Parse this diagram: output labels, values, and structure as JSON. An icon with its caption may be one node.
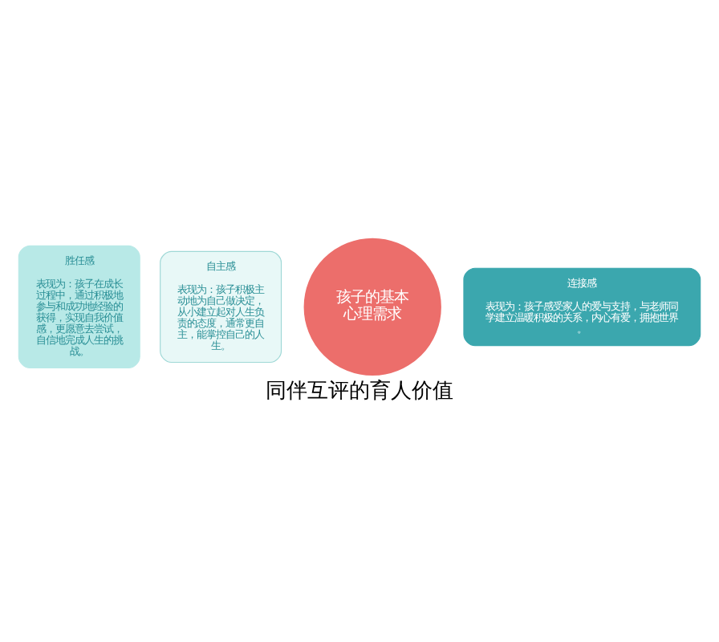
{
  "diagram": {
    "caption": "同伴互评的育人价值",
    "nodes": [
      {
        "text": [
          "胜任感",
          "表现为：孩子在成长过程中，通过积极地参与和成功地经验的获得，实现自我价值感，更愿意去尝试，自信地完成人生的挑战。"
        ]
      },
      {
        "text": [
          "自主感",
          "表现为：孩子积极主动地为自己做决定，从小建立起对人生负责的态度，通常更自主，能掌控自己的人生。"
        ]
      },
      {
        "text": [
          "孩子的基本心理需求"
        ]
      },
      {
        "text": [
          "连接感",
          "表现为：孩子感受家人的爱与支持，与老师同学建立温暖积极的关系，内心有爱，拥抱世界。"
        ]
      }
    ]
  }
}
